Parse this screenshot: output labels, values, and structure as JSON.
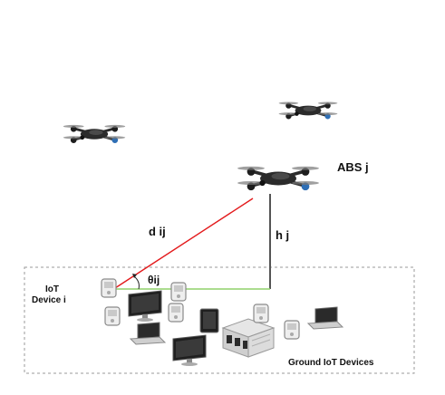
{
  "labels": {
    "abs": "ABS j",
    "distance": "d ij",
    "height": "h j",
    "angle": "θij",
    "iot_device_line1": "IoT",
    "iot_device_line2": "Device i",
    "ground_devices": "Ground IoT Devices"
  },
  "icons": {
    "uav": "quadcopter-drone-icon",
    "smartphone": "handheld-device-icon",
    "monitor": "monitor-icon",
    "laptop": "laptop-icon",
    "tablet": "tablet-icon",
    "server": "server-rack-icon"
  },
  "colors": {
    "distance_line": "#e31a1c",
    "height_line": "#555555",
    "ground_line": "#8fd16a",
    "region_border": "#9a9a9a",
    "drone_body": "#2b2b2b",
    "drone_accent": "#2f6fb5"
  }
}
